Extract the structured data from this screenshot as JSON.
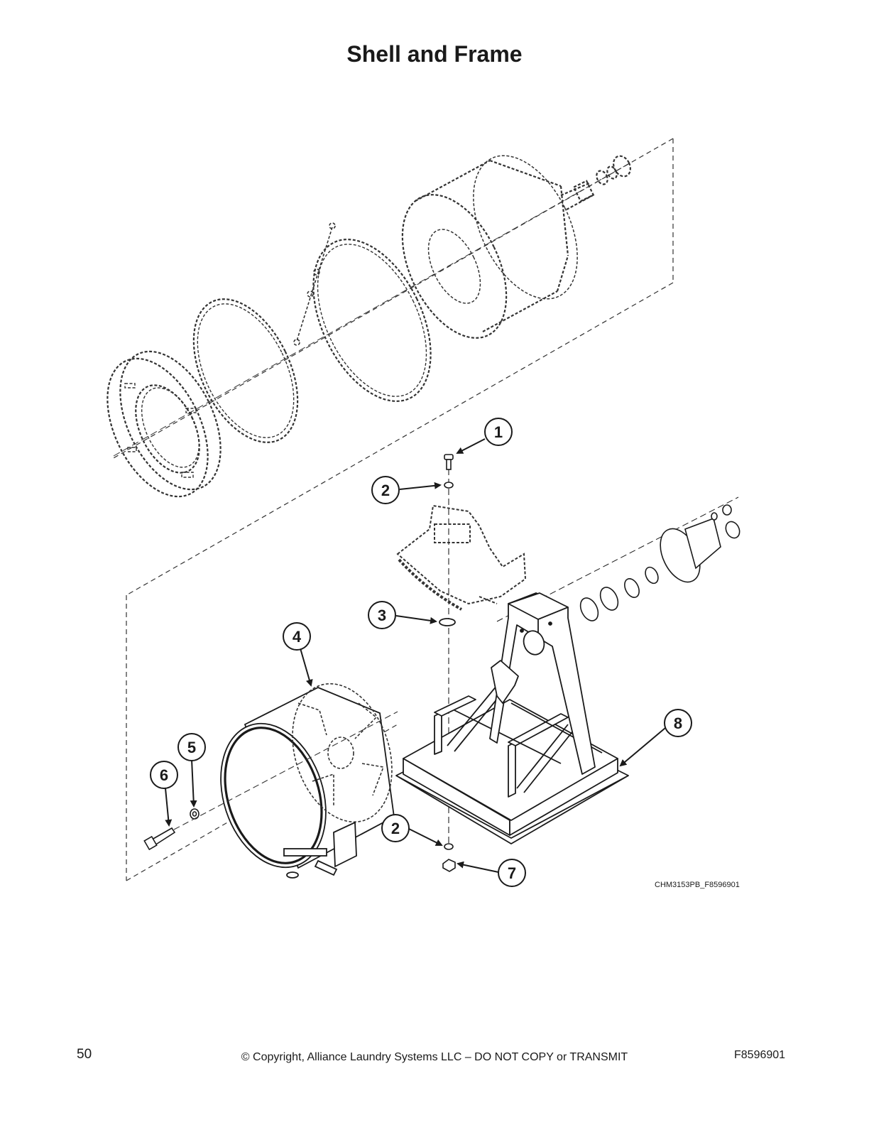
{
  "page": {
    "title": "Shell and Frame",
    "page_number": "50",
    "copyright": "© Copyright, Alliance Laundry Systems LLC – DO NOT COPY or TRANSMIT",
    "document_id": "F8596901"
  },
  "diagram": {
    "drawing_code": "CHM3153PB_F8596901",
    "callouts": [
      {
        "id": "callout-1",
        "number": "1"
      },
      {
        "id": "callout-2-top",
        "number": "2"
      },
      {
        "id": "callout-3",
        "number": "3"
      },
      {
        "id": "callout-4",
        "number": "4"
      },
      {
        "id": "callout-5",
        "number": "5"
      },
      {
        "id": "callout-6",
        "number": "6"
      },
      {
        "id": "callout-2-bottom",
        "number": "2"
      },
      {
        "id": "callout-7",
        "number": "7"
      },
      {
        "id": "callout-8",
        "number": "8"
      }
    ],
    "colors": {
      "ink": "#1a1a1a",
      "hidden_part_stroke": "#333333",
      "background": "#ffffff"
    }
  }
}
